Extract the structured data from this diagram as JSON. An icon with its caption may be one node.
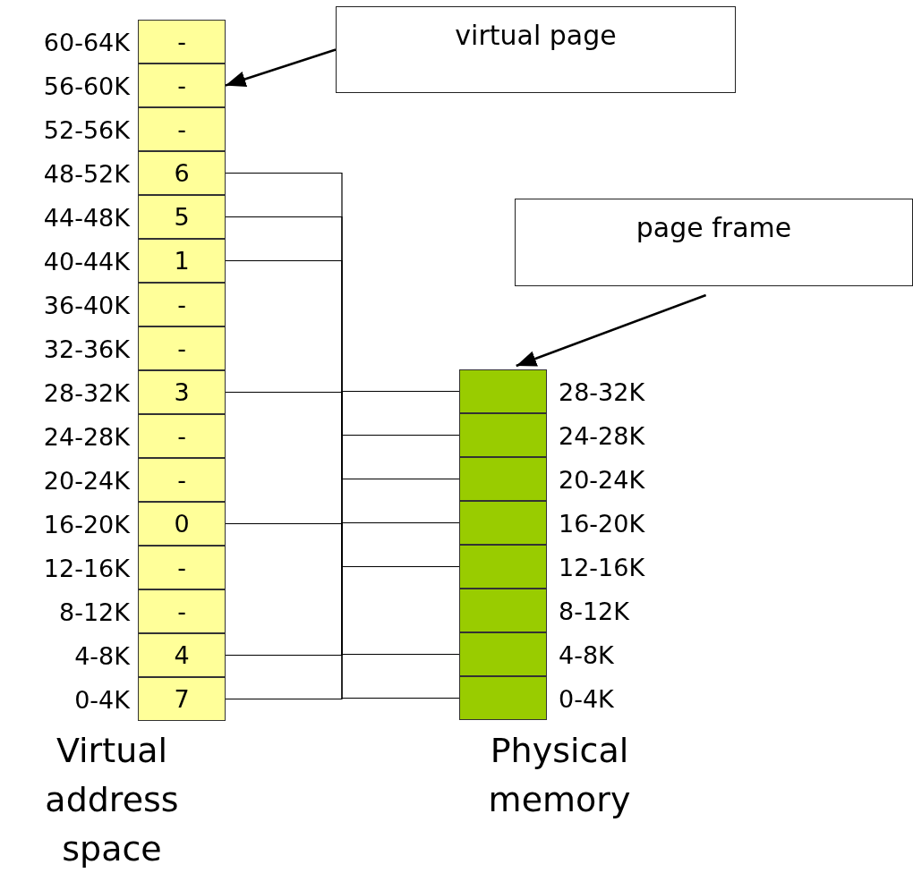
{
  "diagram": {
    "nodes": [
      {
        "text": [
          "virtual page"
        ]
      },
      {
        "text": [
          "-"
        ],
        "beside": [
          "60-64K"
        ]
      },
      {
        "text": [
          "-"
        ],
        "beside": [
          "56-60K"
        ]
      },
      {
        "text": [
          "-"
        ],
        "beside": [
          "52-56K"
        ]
      },
      {
        "text": [
          "6"
        ],
        "beside": [
          "48-52K"
        ]
      },
      {
        "text": [
          "5"
        ],
        "beside": [
          "44-48K"
        ]
      },
      {
        "text": [
          "1"
        ],
        "beside": [
          "40-44K"
        ]
      },
      {
        "text": [
          "-"
        ],
        "beside": [
          "36-40K"
        ]
      },
      {
        "text": [
          "-"
        ],
        "beside": [
          "32-36K"
        ]
      },
      {
        "text": [
          "3"
        ],
        "beside": [
          "28-32K"
        ]
      },
      {
        "text": [
          "-"
        ],
        "beside": [
          "24-28K"
        ]
      },
      {
        "text": [
          "-"
        ],
        "beside": [
          "20-24K"
        ]
      },
      {
        "text": [
          "0"
        ],
        "beside": [
          "16-20K"
        ]
      },
      {
        "text": [
          "-"
        ],
        "beside": [
          "12-16K"
        ]
      },
      {
        "text": [
          "-"
        ],
        "beside": [
          "8-12K"
        ]
      },
      {
        "text": [
          "4"
        ],
        "beside": [
          "4-8K"
        ]
      },
      {
        "text": [
          "7"
        ],
        "beside": [
          "0-4K"
        ]
      },
      {
        "text": [
          "page frame"
        ]
      },
      {
        "text": [],
        "shape": "box",
        "beside": [
          "28-32K"
        ]
      },
      {
        "text": [],
        "shape": "box",
        "beside": [
          "24-28K"
        ]
      },
      {
        "text": [],
        "shape": "box",
        "beside": [
          "20-24K"
        ]
      },
      {
        "text": [],
        "shape": "box",
        "beside": [
          "16-20K"
        ]
      },
      {
        "text": [],
        "shape": "box",
        "beside": [
          "12-16K"
        ]
      },
      {
        "text": [],
        "shape": "box",
        "beside": [
          "8-12K"
        ]
      },
      {
        "text": [],
        "shape": "box",
        "beside": [
          "4-8K"
        ]
      },
      {
        "text": [],
        "shape": "box",
        "beside": [
          "0-4K"
        ]
      }
    ],
    "edges": [
      {
        "from": 0,
        "to": 2,
        "arrow": "to"
      },
      {
        "from": 17,
        "to": 18,
        "arrow": "to"
      },
      {
        "from": 4,
        "to": 19,
        "arrow": "none"
      },
      {
        "from": 5,
        "to": 20,
        "arrow": "none"
      },
      {
        "from": 6,
        "to": 24,
        "arrow": "none"
      },
      {
        "from": 9,
        "to": 22,
        "arrow": "none"
      },
      {
        "from": 12,
        "to": 25,
        "arrow": "none"
      },
      {
        "from": 15,
        "to": 21,
        "arrow": "none"
      },
      {
        "from": 16,
        "to": 18,
        "arrow": "none"
      }
    ],
    "labels": [
      "Virtual address space",
      "Physical memory"
    ]
  }
}
